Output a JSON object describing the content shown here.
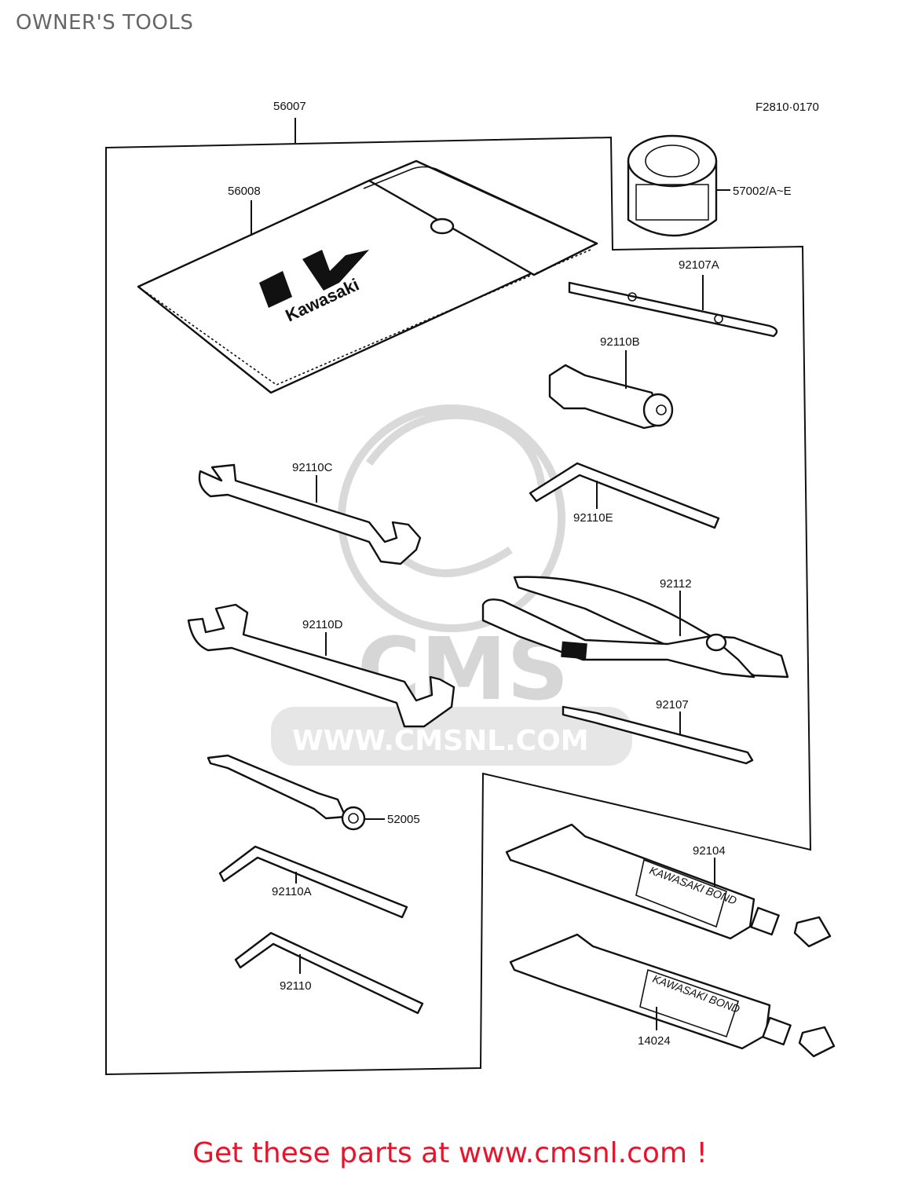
{
  "page_title": "OWNER'S TOOLS",
  "drawing_code": "F2810·0170",
  "watermark": {
    "text": "WWW.CMSNL.COM",
    "logo": "CMS"
  },
  "pouch_brand": "Kawasaki",
  "tube_brand": "KAWASAKI BOND",
  "parts": [
    {
      "label": "56007",
      "item": "tool-kit-set"
    },
    {
      "label": "56008",
      "item": "tool-pouch"
    },
    {
      "label": "57002/A~E",
      "item": "grease-can"
    },
    {
      "label": "92107A",
      "item": "screwdriver-blade"
    },
    {
      "label": "92110B",
      "item": "spark-plug-socket"
    },
    {
      "label": "92110C",
      "item": "small-open-end-wrench"
    },
    {
      "label": "92110E",
      "item": "hex-key-large"
    },
    {
      "label": "92110D",
      "item": "large-open-end-wrench"
    },
    {
      "label": "92112",
      "item": "pliers"
    },
    {
      "label": "92107",
      "item": "screwdriver-handle"
    },
    {
      "label": "52005",
      "item": "socket-bar"
    },
    {
      "label": "92104",
      "item": "bond-tube"
    },
    {
      "label": "92110A",
      "item": "hex-key-medium"
    },
    {
      "label": "92110",
      "item": "hex-key-small"
    },
    {
      "label": "14024",
      "item": "bond-tube-2"
    }
  ],
  "footer_text": "Get these parts at www.cmsnl.com !",
  "colors": {
    "footer": "#e8142b",
    "title": "#666666",
    "line": "#111111",
    "watermark": "#d9d9d9"
  }
}
